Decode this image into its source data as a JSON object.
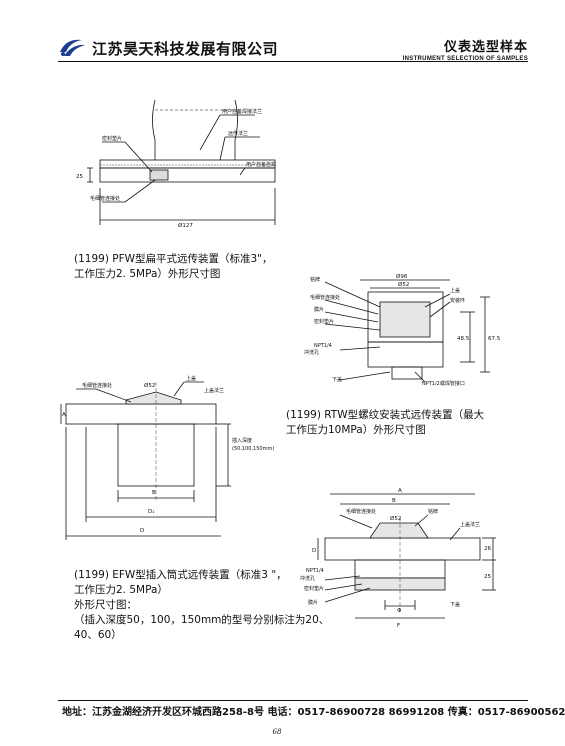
{
  "header": {
    "company": "江苏昊天科技发展有限公司",
    "title": "仪表选型样本",
    "subtitle": "INSTRUMENT SELECTION OF SAMPLES"
  },
  "figure1": {
    "caption_lines": [
      "(1199) PFW型扁平式远传装置（标准3\"，",
      "工作压力2. 5MPa）外形尺寸图"
    ],
    "labels": {
      "user_weld_flange": "用户自备焊接法兰",
      "gasket": "密封垫片",
      "remote_flange": "远传法兰",
      "user_bolt": "用户自备自扣",
      "capillary_joint": "毛细管连接处",
      "dim_height": "25",
      "dim_dia": "Ø127"
    }
  },
  "figure2": {
    "caption_lines": [
      "(1199) RTW型螺纹安装式远传装置（最大",
      "工作压力10MPa）外形尺寸图"
    ],
    "labels": {
      "nameplate": "铭牌",
      "capillary_joint": "毛细管连接处",
      "diaphragm": "膜片",
      "gasket": "密封垫片",
      "npt_line1": "NPT1/4",
      "npt_line2": "冲洗孔",
      "lower_cover": "下盖",
      "upper_cover": "上盖",
      "install_ring": "安装环",
      "npt_bottom": "NPT1/2或焊管接口",
      "dim_outer": "Ø96",
      "dim_inner": "Ø52",
      "dim_h1": "48.5",
      "dim_h2": "67.5"
    }
  },
  "figure3": {
    "caption_lines": [
      "(1199) EFW型插入筒式远传装置（标准3 \"，",
      "工作压力2. 5MPa）",
      "外形尺寸图：",
      "（插入深度50，100，150mm的型号分别标注为20、",
      "40、60）"
    ],
    "labels": {
      "capillary_joint": "毛细管连接处",
      "dim_dia": "Ø52",
      "upper_cover": "上盖",
      "upper_flange": "上盖法兰",
      "depth_line1": "插入深度",
      "depth_line2": "(50,100,150mm)",
      "dim_a": "A",
      "dim_b": "B",
      "dim_d1": "D₁",
      "dim_d": "D"
    }
  },
  "figure4": {
    "labels": {
      "dim_a": "A",
      "dim_b": "B",
      "capillary_joint": "毛细管连接处",
      "dim_dia": "Ø52",
      "nameplate": "铭牌",
      "upper_flange": "上盖法兰",
      "npt_line1": "NPT1/4",
      "npt_line2": "冲洗孔",
      "gasket": "密封垫片",
      "diaphragm": "膜片",
      "lower_cover": "下盖",
      "dim_d": "D",
      "dim_26": "26",
      "dim_25": "25",
      "dim_phi": "Φ",
      "dim_f": "F"
    }
  },
  "footer": {
    "address": "地址：江苏金湖经济开发区环城西路258-8号  电话：0517-86900728  86991208  传真：0517-86900562",
    "page": "68"
  },
  "colors": {
    "accent": "#1a3f8f",
    "ink": "#111111"
  }
}
